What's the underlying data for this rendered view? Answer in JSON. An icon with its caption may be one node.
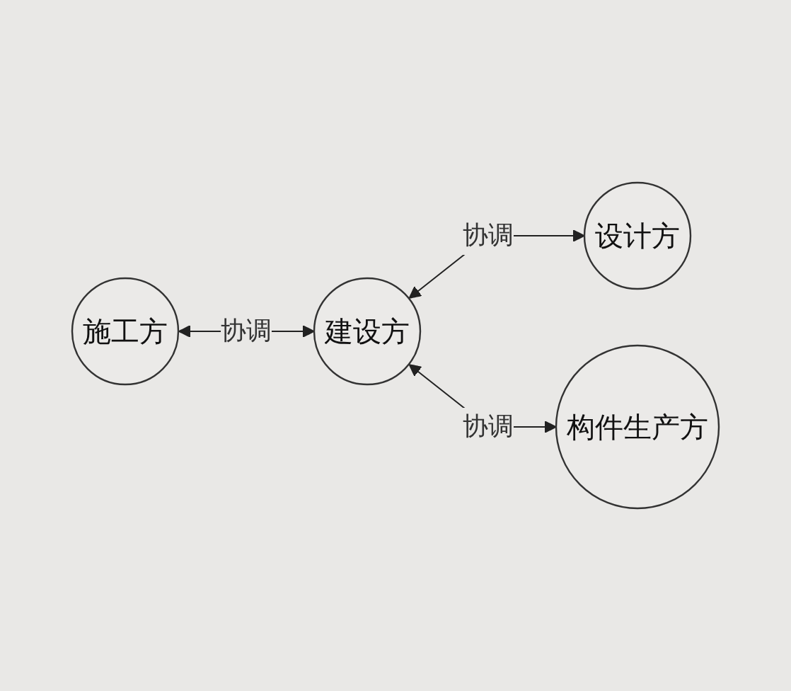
{
  "diagram": {
    "nodes": [
      {
        "text": [
          "施工方"
        ]
      },
      {
        "text": [
          "建设方"
        ]
      },
      {
        "text": [
          "设计方"
        ]
      },
      {
        "text": [
          "构件生产方"
        ]
      }
    ],
    "edges": [
      {
        "from": 0,
        "to": 1,
        "arrow": "both",
        "label": "协调"
      },
      {
        "from": 1,
        "to": 2,
        "arrow": "both",
        "label": "协调"
      },
      {
        "from": 1,
        "to": 3,
        "arrow": "both",
        "label": "协调"
      }
    ]
  }
}
